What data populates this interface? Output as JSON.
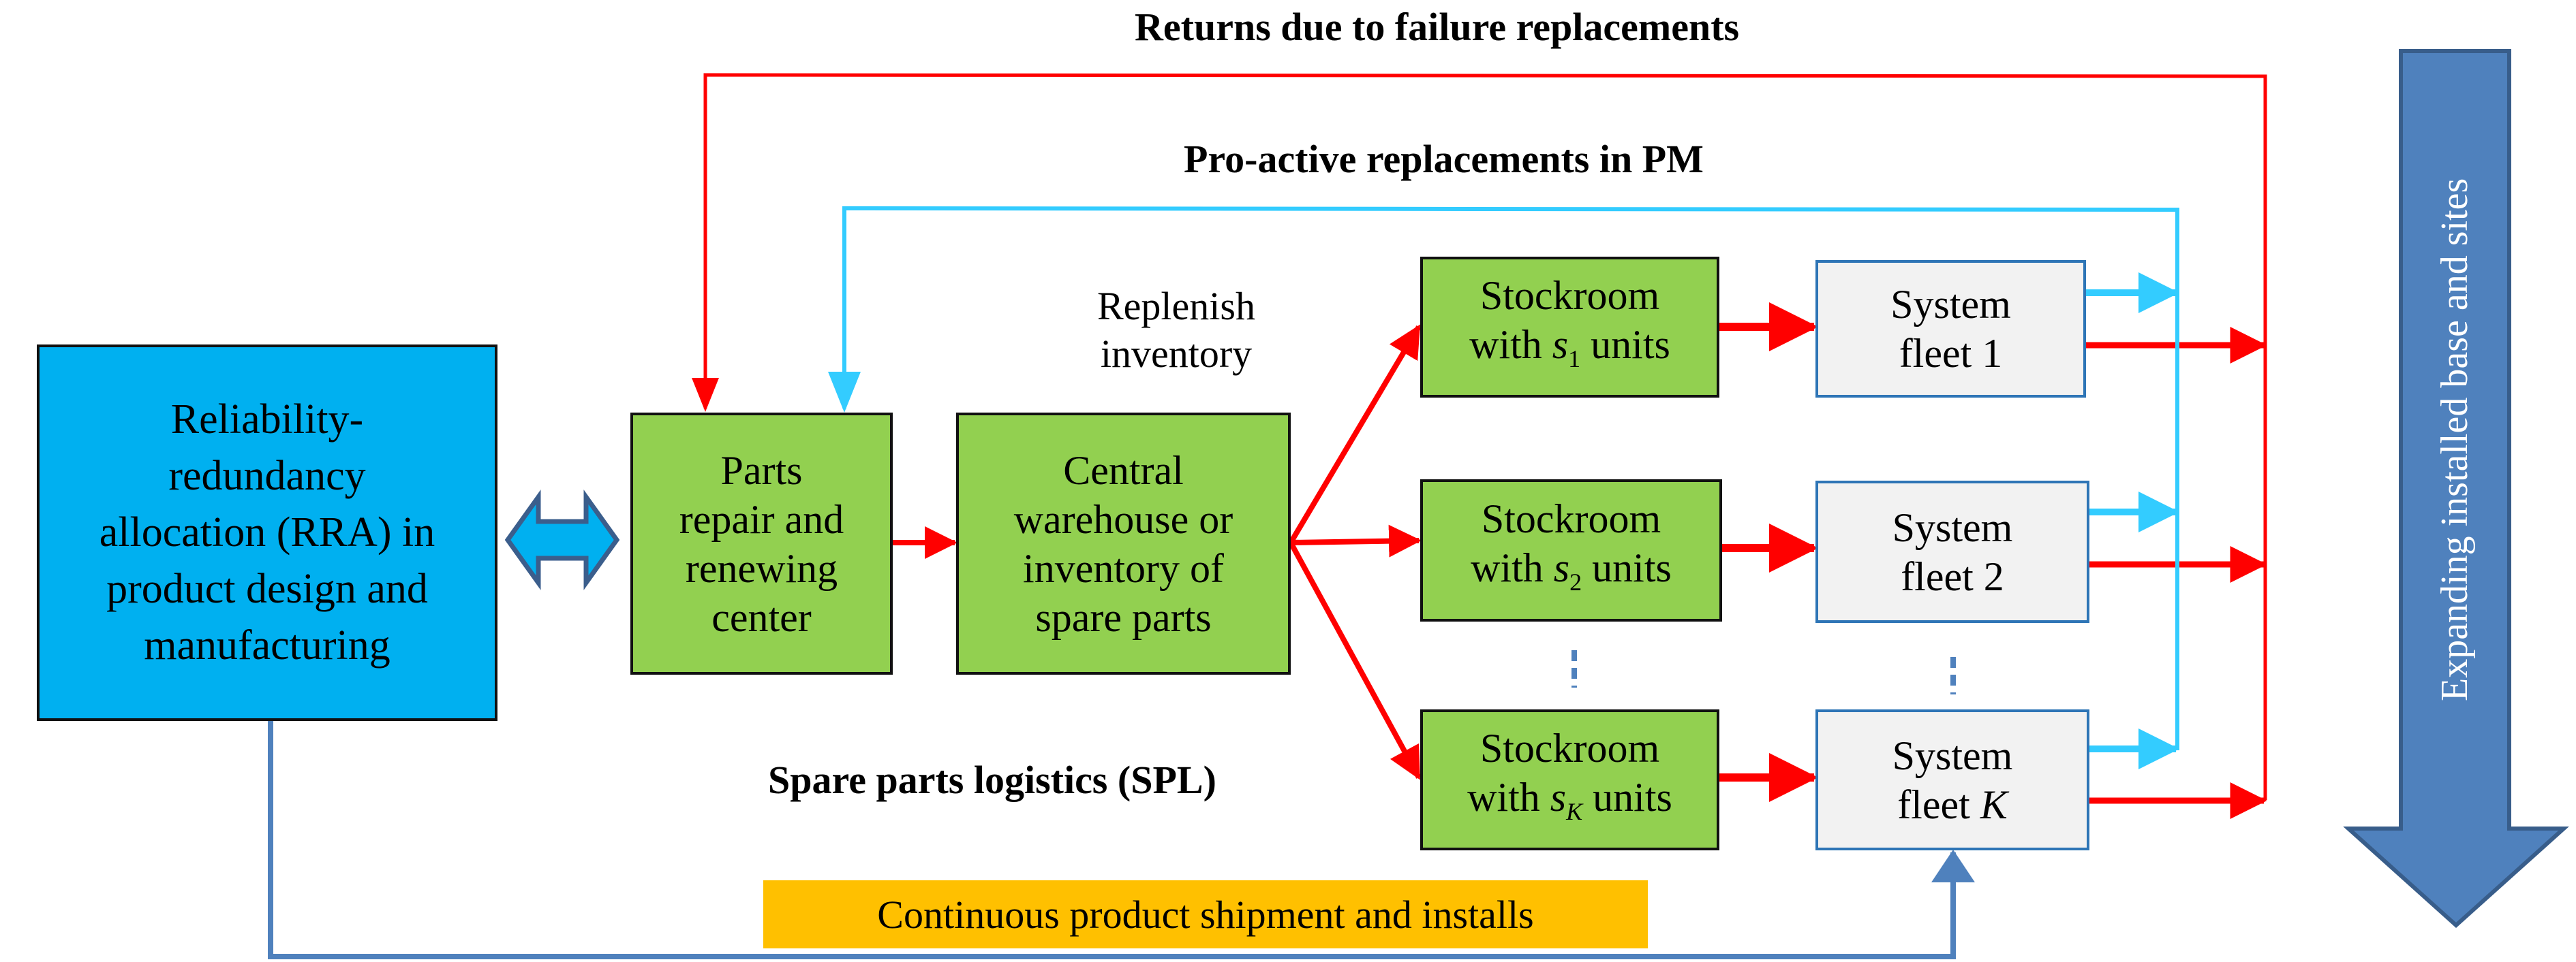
{
  "colors": {
    "rra_fill": "#00B0F0",
    "green_fill": "#92D050",
    "fleet_fill": "#F2F2F2",
    "fleet_border": "#2E75B6",
    "failure_flow": "#FF0000",
    "pm_flow": "#33CCFF",
    "shipment_flow": "#4F81BD",
    "shipment_label_fill": "#FFC000",
    "big_arrow_fill": "#4F81BD"
  },
  "labels": {
    "returns_title": "Returns due to failure replacements",
    "pm_title": "Pro-active replacements in PM",
    "replenish": [
      "Replenish",
      "inventory"
    ],
    "spl": "Spare parts logistics (SPL)",
    "shipment": "Continuous product shipment and installs",
    "expanding": "Expanding installed base and sites"
  },
  "nodes": {
    "rra": [
      "Reliability-",
      "redundancy",
      "allocation (RRA) in",
      "product design and",
      "manufacturing"
    ],
    "repair": [
      "Parts",
      "repair and",
      "renewing",
      "center"
    ],
    "warehouse": [
      "Central",
      "warehouse or",
      "inventory of",
      "spare parts"
    ],
    "stockrooms": [
      {
        "line1": "Stockroom",
        "prefix": "with ",
        "var": "s",
        "sub": "1",
        "suffix": " units"
      },
      {
        "line1": "Stockroom",
        "prefix": "with ",
        "var": "s",
        "sub": "2",
        "suffix": " units"
      },
      {
        "line1": "Stockroom",
        "prefix": "with ",
        "var": "s",
        "sub": "K",
        "suffix": " units"
      }
    ],
    "fleets": [
      {
        "line1": "System",
        "line2_prefix": "fleet ",
        "index": "1",
        "italic": false
      },
      {
        "line1": "System",
        "line2_prefix": "fleet ",
        "index": "2",
        "italic": false
      },
      {
        "line1": "System",
        "line2_prefix": "fleet ",
        "index": "K",
        "italic": true
      }
    ]
  }
}
